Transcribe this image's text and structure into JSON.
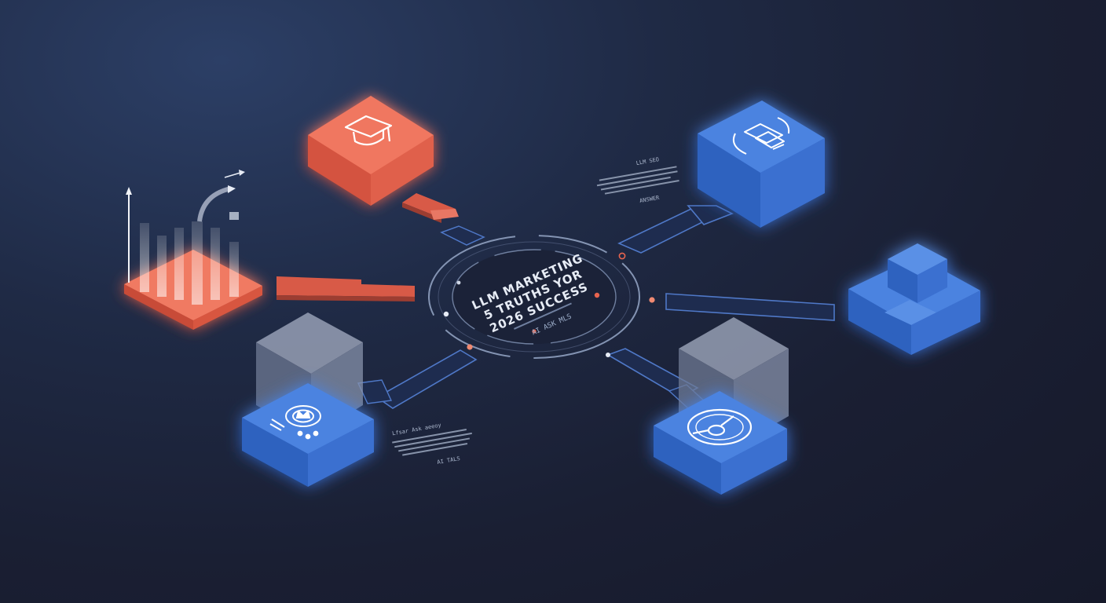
{
  "hub": {
    "title_line1": "LLM MARKETING",
    "title_line2": "5 TRUTHS YOR",
    "title_line3": "2026 SUCCESS",
    "subtitle": "AI ASK MLS"
  },
  "captions": {
    "top_right": "LLM SEO",
    "top_right_tag": "ANSWER",
    "bottom_left": "Lfsar Ask aeeoy",
    "bottom_left_tag": "AI TALS"
  },
  "icons": {
    "node_top_left": "graduation-cap-icon",
    "node_top_right": "chat-device-icon",
    "node_bottom_left": "crown-badge-icon",
    "node_bottom_right": "target-dial-icon",
    "node_left": "growth-bar-chart-icon",
    "node_right": "stacked-blocks-icon"
  },
  "colors": {
    "accent_red": "#e8644f",
    "accent_blue": "#3f78d8",
    "ghost_gray": "#8b95ad",
    "ring": "#8fa0bf"
  }
}
